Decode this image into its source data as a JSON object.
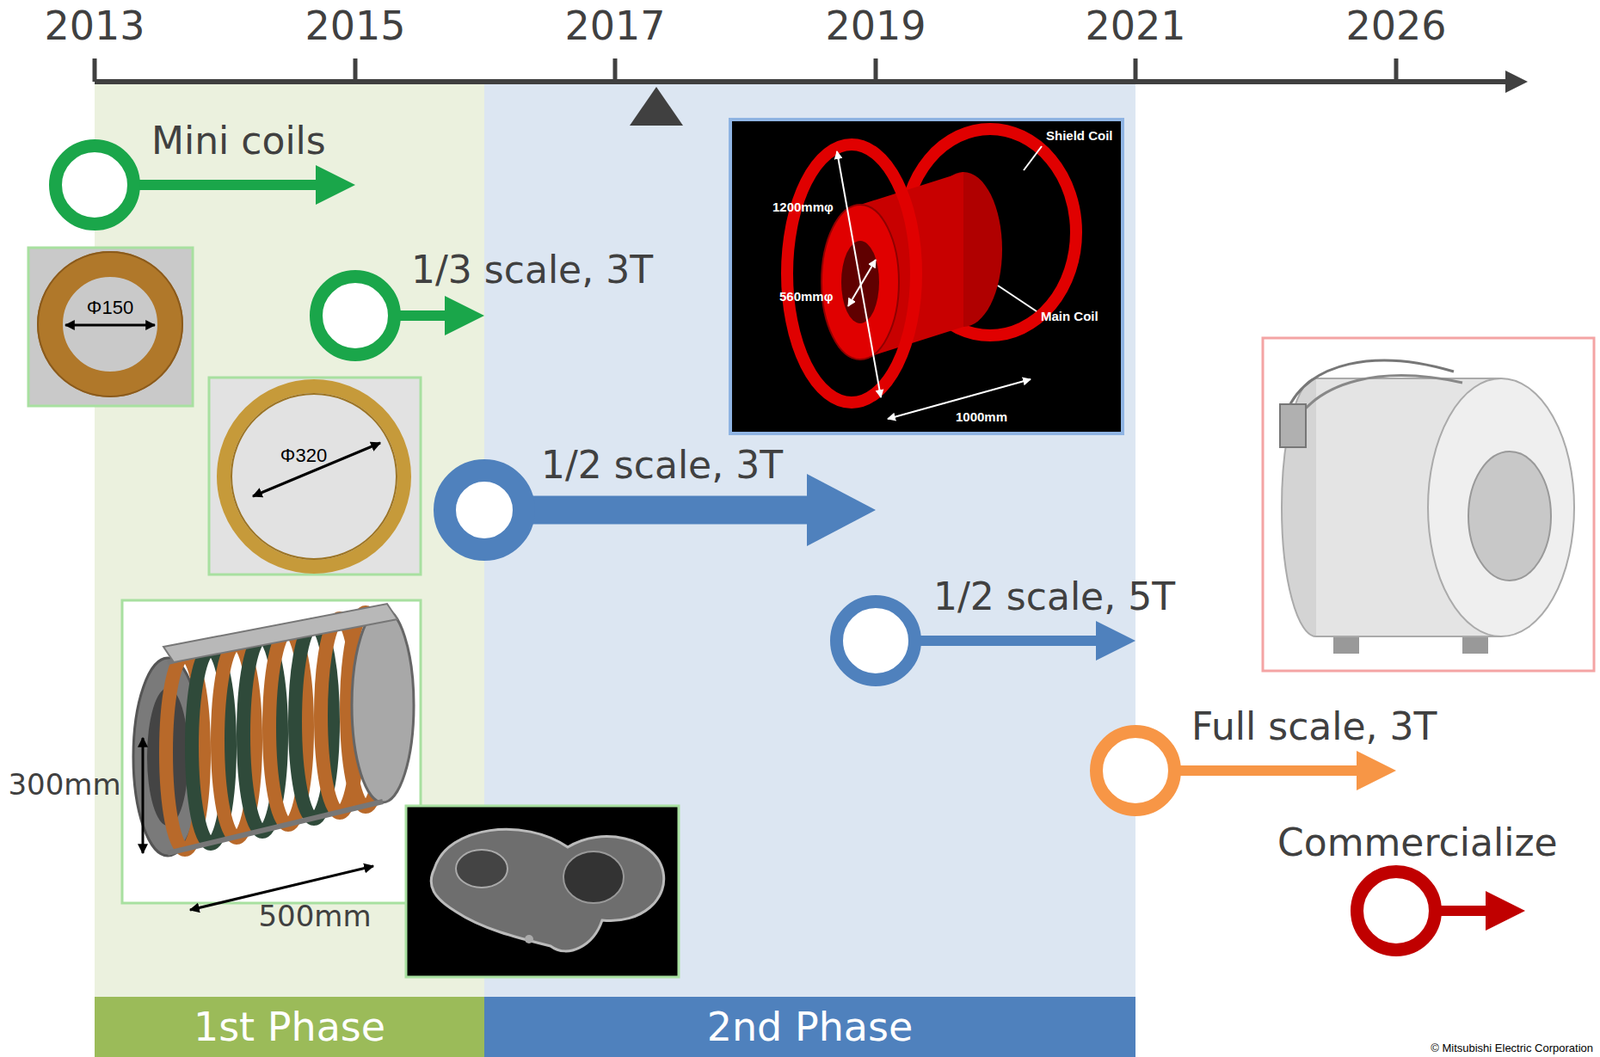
{
  "diagram": {
    "nodes": [
      {
        "text": [
          "Mini coils"
        ]
      },
      {
        "text": [
          "1/3 scale, 3T"
        ]
      },
      {
        "text": [
          "1/2 scale, 3T"
        ]
      },
      {
        "text": [
          "1/2 scale, 5T"
        ]
      },
      {
        "text": [
          "Full scale, 3T"
        ]
      },
      {
        "text": [
          "Commercialize"
        ]
      },
      {
        "text": [
          "1st Phase"
        ]
      },
      {
        "text": [
          "2nd Phase"
        ]
      }
    ],
    "labels": [
      "2013",
      "2015",
      "2017",
      "2019",
      "2021",
      "2026",
      "Φ150",
      "Φ320",
      "300mm",
      "500mm",
      "Shield Coil",
      "1200mmφ",
      "560mmφ",
      "Main Coil",
      "1000mm",
      "© Mitsubishi Electric Corporation"
    ]
  }
}
